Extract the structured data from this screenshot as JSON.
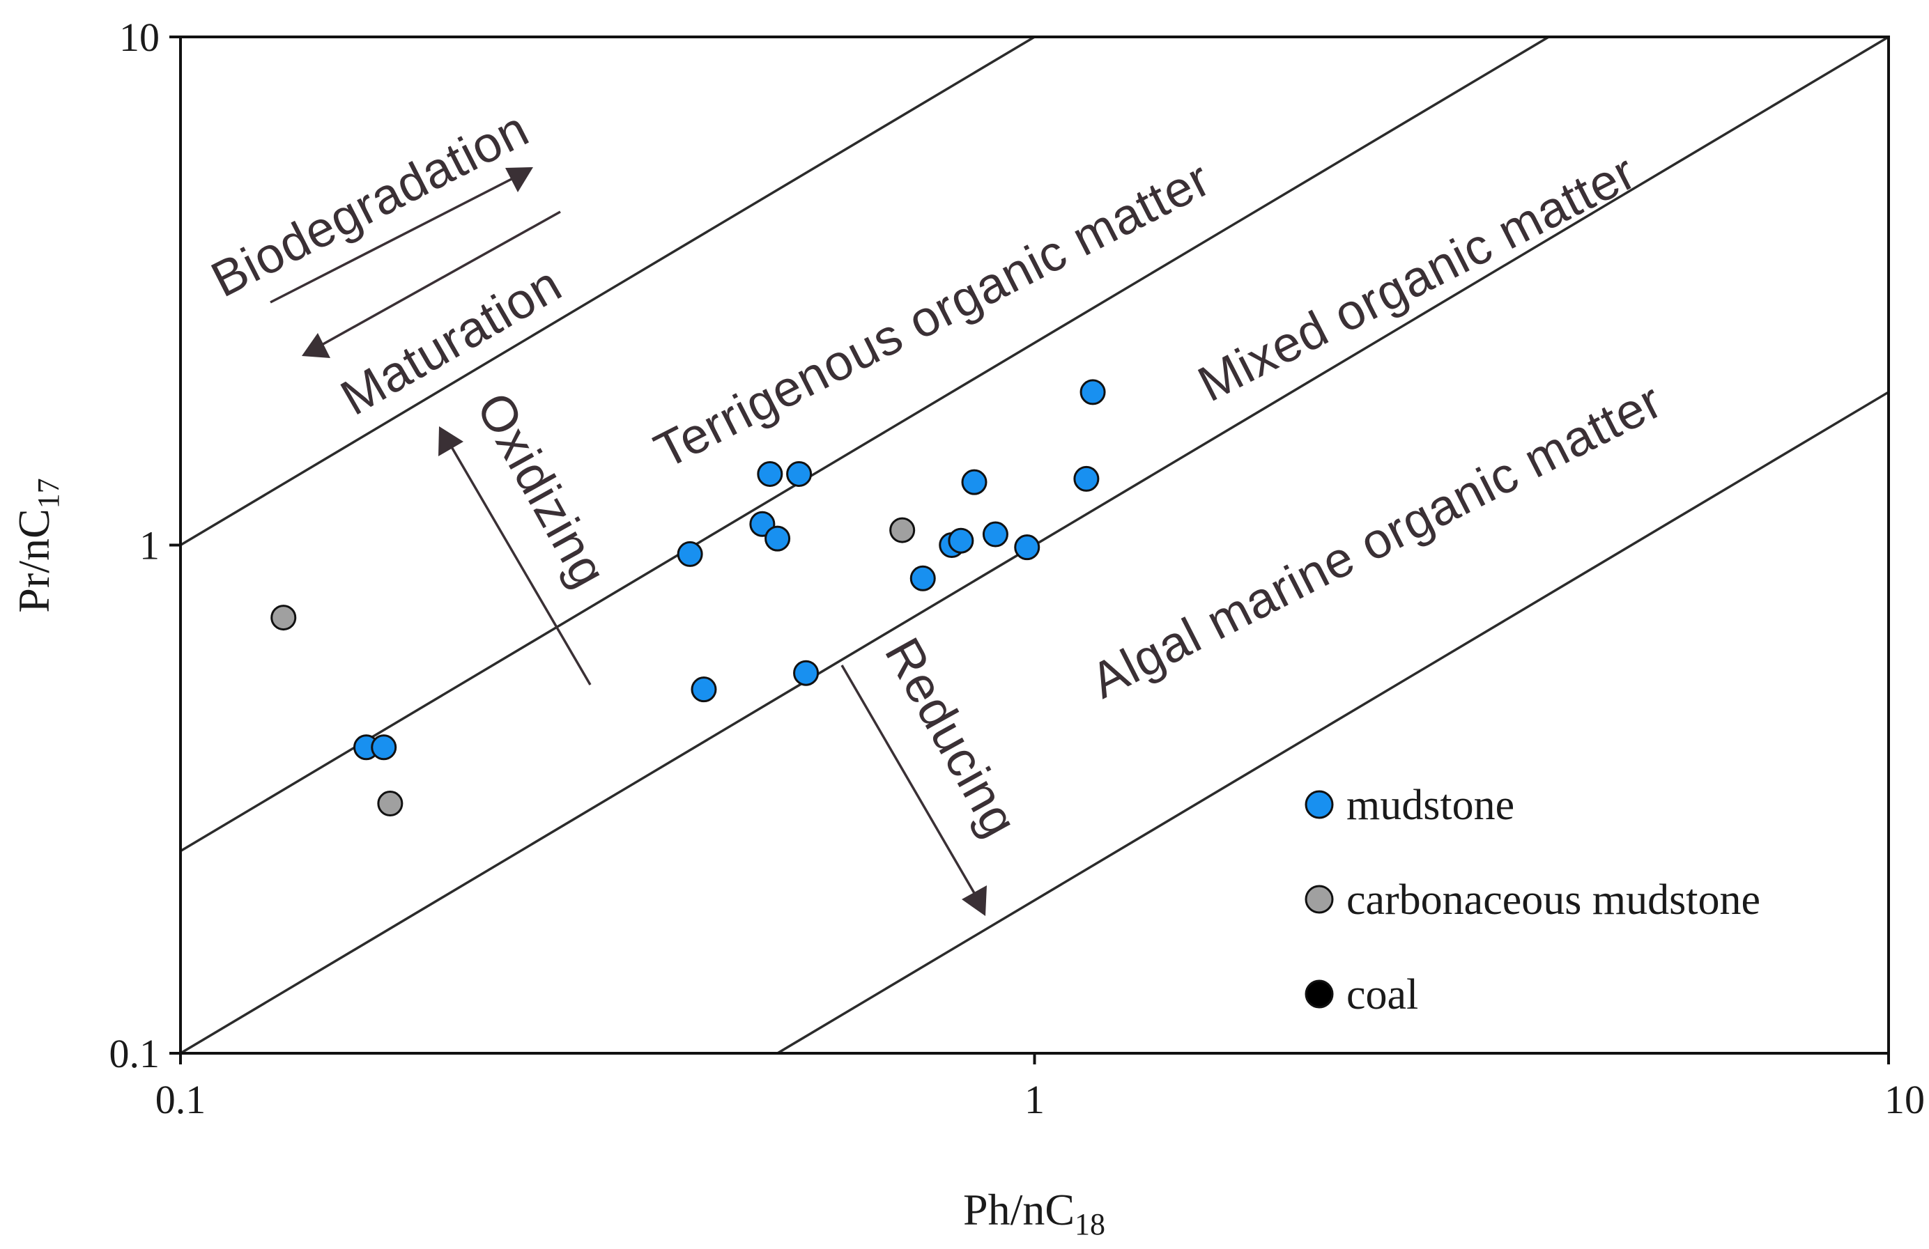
{
  "chart_data": {
    "type": "scatter",
    "x_scale": "log",
    "y_scale": "log",
    "xlim": [
      0.1,
      10
    ],
    "ylim": [
      0.1,
      10
    ],
    "xlabel": {
      "main": "Ph/nC",
      "sub": "18"
    },
    "ylabel": {
      "main": "Pr/nC",
      "sub": "17"
    },
    "x_ticks": [
      {
        "value": 0.1,
        "label": "0.1"
      },
      {
        "value": 1,
        "label": "1"
      },
      {
        "value": 10,
        "label": "10"
      }
    ],
    "y_ticks": [
      {
        "value": 0.1,
        "label": "0.1"
      },
      {
        "value": 1,
        "label": "1"
      },
      {
        "value": 10,
        "label": "10"
      }
    ],
    "grid": false,
    "legend_position": "bottom-right",
    "boundary_lines": [
      {
        "name": "upper",
        "ratio": 10
      },
      {
        "name": "terrigenous-mixed",
        "ratio": 2.5
      },
      {
        "name": "mixed-algal",
        "ratio": 1.0
      },
      {
        "name": "lower",
        "ratio": 0.2
      }
    ],
    "region_labels": [
      "Terrigenous organic matter",
      "Mixed organic matter",
      "Algal marine organic matter"
    ],
    "process_arrows": {
      "biodegradation": "Biodegradation",
      "maturation": "Maturation",
      "oxidizing": "Oxidizing",
      "reducing": "Reducing"
    },
    "series": [
      {
        "name": "mudstone",
        "color": "#1890f0",
        "points": [
          {
            "x": 0.165,
            "y": 0.4
          },
          {
            "x": 0.173,
            "y": 0.4
          },
          {
            "x": 0.395,
            "y": 0.96
          },
          {
            "x": 0.41,
            "y": 0.52
          },
          {
            "x": 0.48,
            "y": 1.1
          },
          {
            "x": 0.49,
            "y": 1.38
          },
          {
            "x": 0.5,
            "y": 1.03
          },
          {
            "x": 0.53,
            "y": 1.38
          },
          {
            "x": 0.54,
            "y": 0.56
          },
          {
            "x": 0.74,
            "y": 0.86
          },
          {
            "x": 0.8,
            "y": 1.0
          },
          {
            "x": 0.82,
            "y": 1.02
          },
          {
            "x": 0.85,
            "y": 1.33
          },
          {
            "x": 0.9,
            "y": 1.05
          },
          {
            "x": 0.98,
            "y": 0.99
          },
          {
            "x": 1.15,
            "y": 1.35
          },
          {
            "x": 1.17,
            "y": 2.0
          }
        ]
      },
      {
        "name": "carbonaceous mudstone",
        "color": "#a0a0a0",
        "points": [
          {
            "x": 0.132,
            "y": 0.72
          },
          {
            "x": 0.176,
            "y": 0.31
          },
          {
            "x": 0.7,
            "y": 1.07
          }
        ]
      },
      {
        "name": "coal",
        "color": "#000000",
        "points": []
      }
    ]
  }
}
